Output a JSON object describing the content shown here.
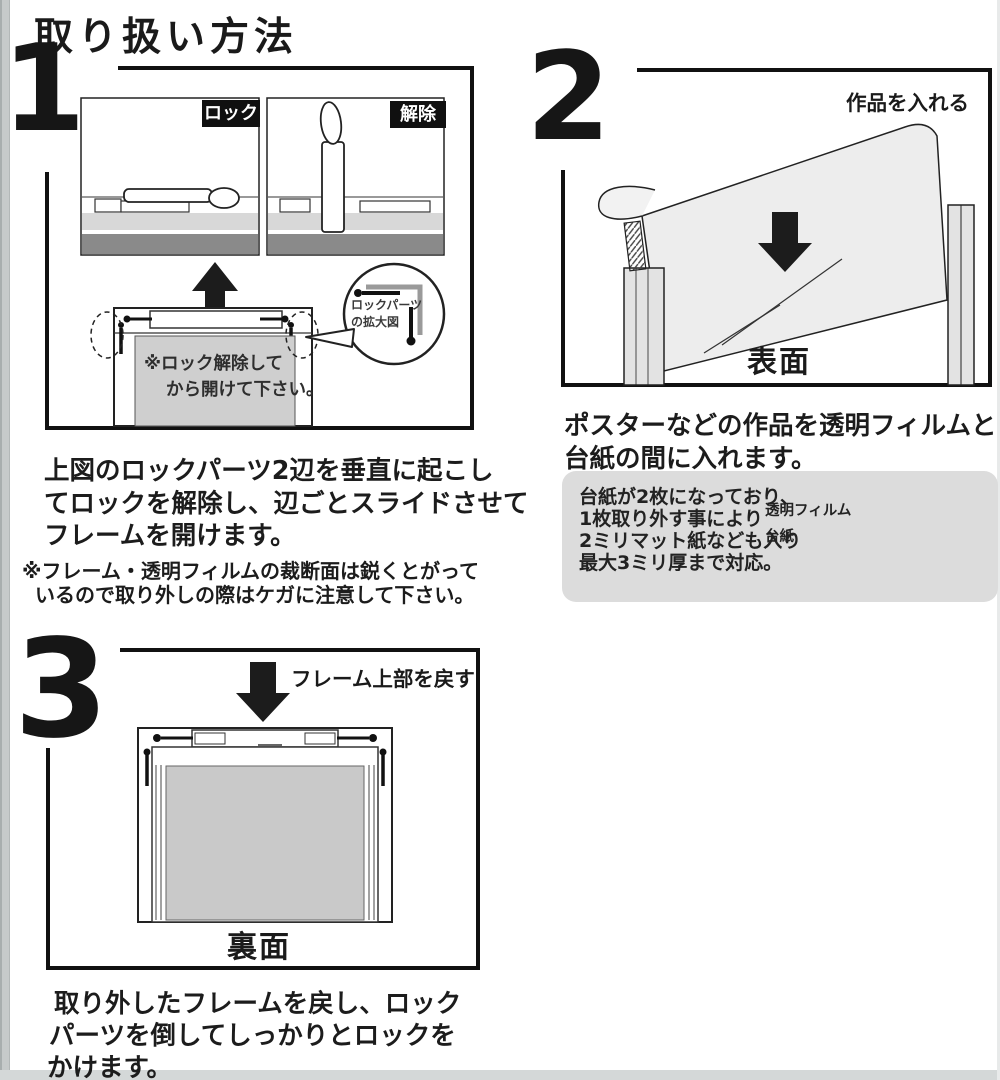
{
  "title": "取り扱い方法",
  "colors": {
    "ink": "#1a1a1a",
    "panel_light_gray": "#d8d8d8",
    "panel_dark_gray": "#8a8a8a",
    "frame_inner_gray": "#cfcfcf",
    "back_inner_gray": "#c9c9c9",
    "note_box_bg": "#dcdcdc"
  },
  "steps": {
    "step1": {
      "number": "1",
      "panel_lock_label": "ロック",
      "panel_release_label": "解除",
      "frame_note_line1": "※ロック解除して",
      "frame_note_line2": "から開けて下さい。",
      "magnifier_label_line1": "ロックパーツ",
      "magnifier_label_line2": "の拡大図",
      "body_line1": "上図のロックパーツ2辺を垂直に起こし",
      "body_line2": "てロックを解除し、辺ごとスライドさせて",
      "body_line3": "フレームを開けます。",
      "caution_line1": "※フレーム・透明フィルムの裁断面は鋭くとがって",
      "caution_line2": "いるので取り外しの際はケガに注意して下さい。"
    },
    "step2": {
      "number": "2",
      "insert_label": "作品を入れる",
      "front_label": "表面",
      "body_line1": "ポスターなどの作品を透明フィルムと",
      "body_line2": "台紙の間に入れます。",
      "note": {
        "line1": "台紙が2枚になっており、",
        "line2": "1枚取り外す事により",
        "line3": "2ミリマット紙なども入り",
        "line4": "最大3ミリ厚まで対応。",
        "film_label": "透明フィルム",
        "board_label": "台紙"
      }
    },
    "step3": {
      "number": "3",
      "return_label": "フレーム上部を戻す",
      "back_label": "裏面",
      "body_line1": "取り外したフレームを戻し、ロック",
      "body_line2": "パーツを倒してしっかりとロックを",
      "body_line3": "かけます。"
    }
  }
}
